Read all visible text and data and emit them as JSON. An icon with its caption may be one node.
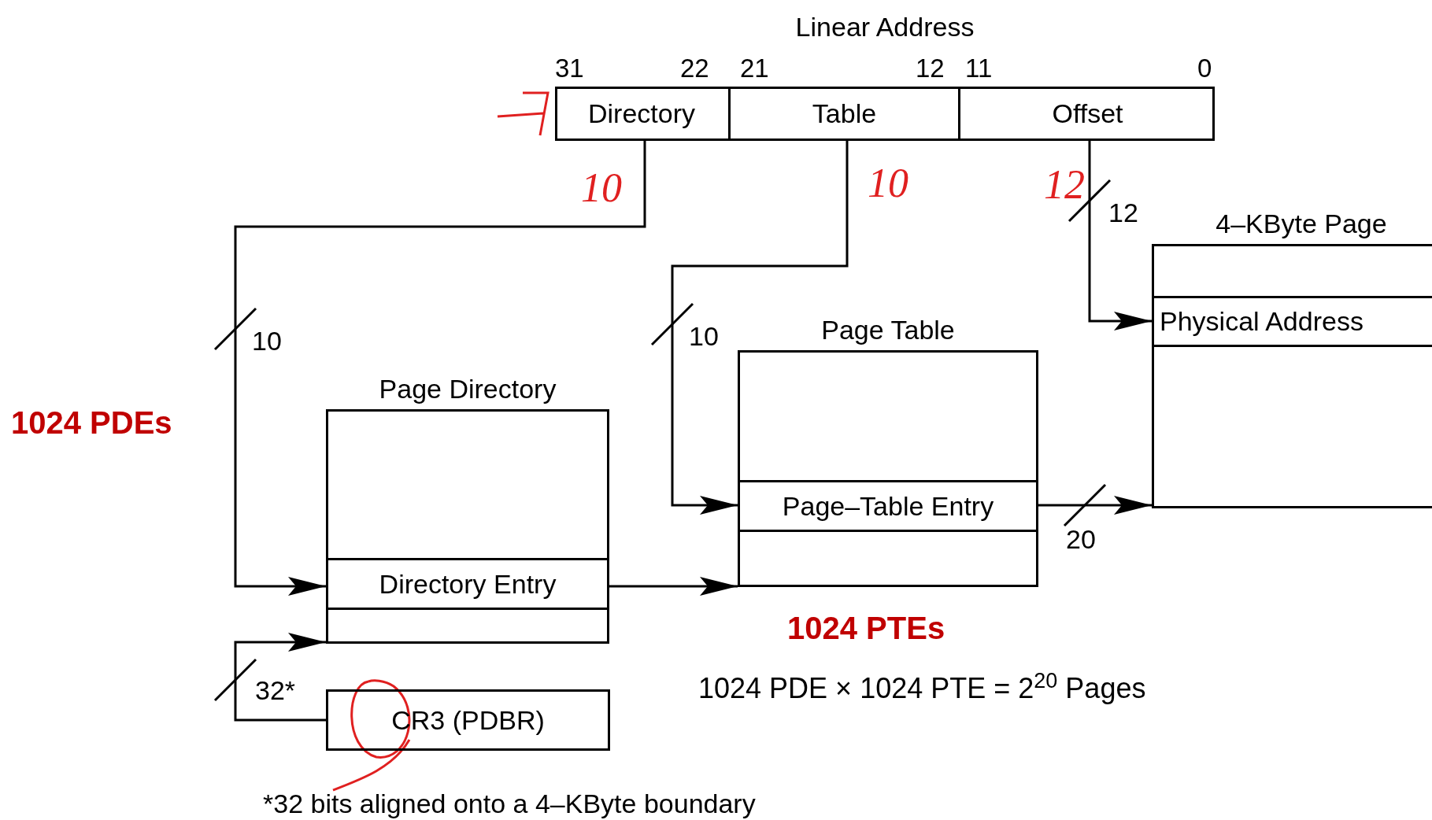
{
  "diagram": {
    "nodes": [
      {
        "text": [
          "Linear Address"
        ]
      },
      {
        "text": [
          "Directory"
        ],
        "in": 0
      },
      {
        "text": [
          "Table"
        ],
        "in": 0
      },
      {
        "text": [
          "Offset"
        ],
        "in": 0
      },
      {
        "text": [
          "Page Directory"
        ]
      },
      {
        "text": [
          "Directory Entry"
        ],
        "in": 4
      },
      {
        "text": [
          "Page Table"
        ]
      },
      {
        "text": [
          "Page–Table Entry"
        ],
        "in": 6
      },
      {
        "text": [
          "4–KByte Page"
        ]
      },
      {
        "text": [
          "Physical Address"
        ],
        "in": 8
      },
      {
        "text": [
          "CR3 (PDBR)"
        ]
      }
    ],
    "edges": [
      {
        "from": 1,
        "to": 5,
        "arrow": "to",
        "label": "10"
      },
      {
        "from": 2,
        "to": 7,
        "arrow": "to",
        "label": "10"
      },
      {
        "from": 3,
        "to": 9,
        "arrow": "to",
        "label": "12"
      },
      {
        "from": 5,
        "to": 6,
        "arrow": "to"
      },
      {
        "from": 7,
        "to": 8,
        "arrow": "to",
        "label": "20"
      },
      {
        "from": 10,
        "to": 4,
        "arrow": "to",
        "label": "32*"
      }
    ],
    "labels": [
      "31",
      "22",
      "21",
      "12",
      "11",
      "0",
      "10",
      "10",
      "12",
      "1024 PDEs",
      "1024 PTEs",
      "1024 PDE × 1024 PTE = 2$^{20}$ Pages",
      "*32 bits aligned onto a 4–KByte boundary"
    ]
  }
}
